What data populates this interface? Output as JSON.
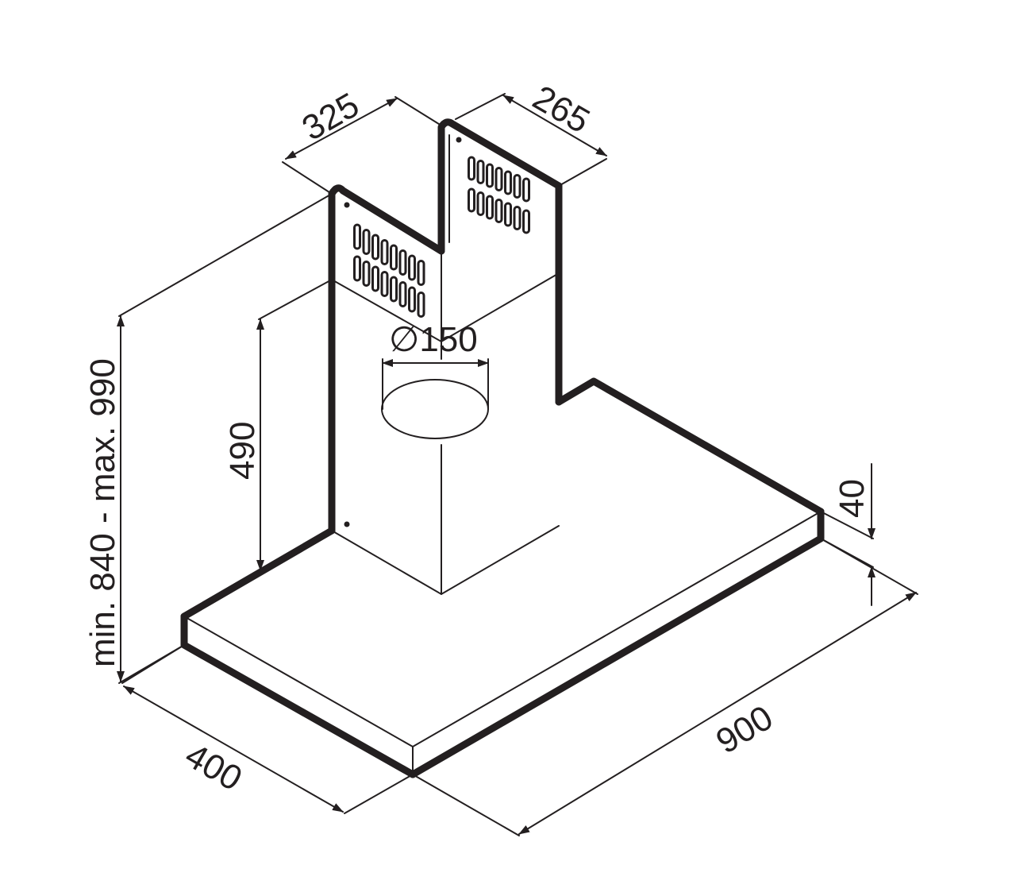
{
  "diagram": {
    "dimensions": {
      "chimney_width": "325",
      "chimney_depth": "265",
      "duct_diameter": "∅150",
      "chimney_height": "490",
      "total_height": "min. 840 - max. 990",
      "canopy_thickness": "40",
      "canopy_width": "900",
      "canopy_depth": "400"
    },
    "colors": {
      "line": "#231f20",
      "background": "#ffffff"
    }
  }
}
